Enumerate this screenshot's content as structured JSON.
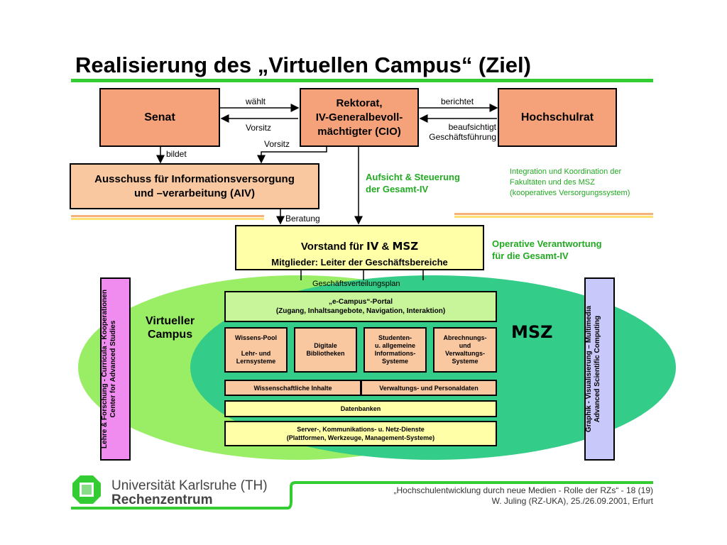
{
  "title": "Realisierung des „Virtuellen Campus“ (Ziel)",
  "top": {
    "senat": "Senat",
    "rektorat": "Rektorat,\nIV-Generalbevoll-\nmächtigter (CIO)",
    "hochschulrat": "Hochschulrat",
    "waehlt": "wählt",
    "vorsitz1": "Vorsitz",
    "vorsitz2": "Vorsitz",
    "berichtet": "berichtet",
    "beaufsichtigt": "beaufsichtigt\nGeschäftsführung",
    "bildet": "bildet",
    "aiv": "Ausschuss für Informationsversorgung\nund –verarbeitung (AIV)",
    "aufsicht": "Aufsicht & Steuerung\nder Gesamt-IV",
    "integration": "Integration und Koordination der\nFakultäten und des MSZ\n(kooperatives Versorgungssystem)",
    "beratung": "Beratung"
  },
  "vorstand": {
    "line1_prefix": "Vorstand für ",
    "line1_iv": "IV",
    "line1_amp": " & ",
    "line1_msz": "MSZ",
    "line2": "Mitglieder: Leiter der Geschäftsbereiche",
    "operative": "Operative Verantwortung\nfür die Gesamt-IV",
    "plan": "Geschäftsverteilungsplan"
  },
  "campus": {
    "virtueller": "Virtueller\nCampus",
    "msz": "MSZ",
    "left_bar": "Lehre & Forschung - Curricula - Kooperationen\nCenter for Advanced Studies",
    "right_bar": "Graphik - Visualisierung – Multimedia\nAdvanced Scientific Computing",
    "portal": "„e-Campus“-Portal\n(Zugang, Inhaltsangebote, Navigation, Interaktion)",
    "wissenspool": "Wissens-Pool\n\nLehr- und\nLernsysteme",
    "bibliotheken": "Digitale\nBibliotheken",
    "studenten": "Studenten-\nu. allgemeine\nInformations-\nSysteme",
    "abrechnung": "Abrechnungs-\nund\nVerwaltungs-\nSysteme",
    "wissenschaftlich": "Wissenschaftliche Inhalte",
    "verwaltung": "Verwaltungs- und Personaldaten",
    "datenbanken": "Datenbanken",
    "server": "Server-, Kommunikations- u. Netz-Dienste\n(Plattformen, Werkzeuge, Management-Systeme)"
  },
  "footer": {
    "uni": "Universität Karlsruhe (TH)",
    "rz": "Rechenzentrum",
    "ref1": "„Hochschulentwicklung durch neue Medien - Rolle der RZs“  -  18 (19)",
    "ref2": "W. Juling (RZ-UKA), 25./26.09.2001, Erfurt"
  },
  "colors": {
    "green": "#33cc33",
    "orange": "#f5a27a",
    "peach": "#fac8a0",
    "lightgreen": "#c8f49a",
    "yellow": "#ffffa8",
    "pink": "#f08cf0",
    "lavender": "#c8c8fa"
  }
}
